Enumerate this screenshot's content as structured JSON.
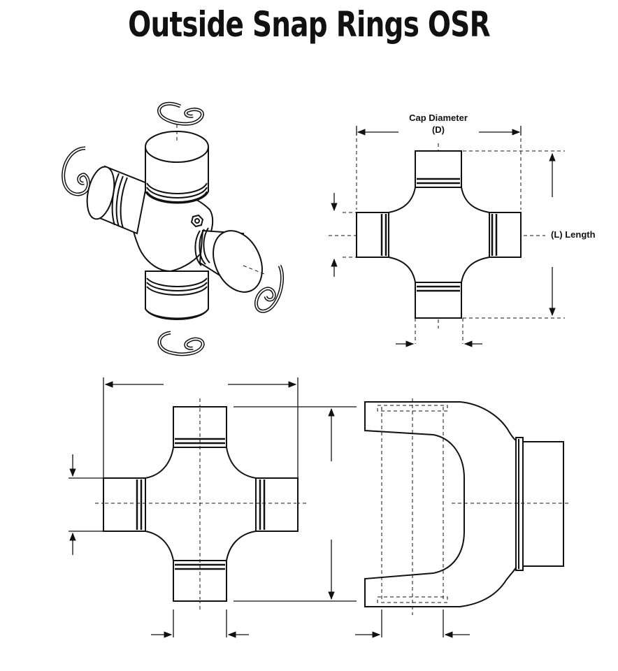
{
  "title": "Outside Snap Rings OSR",
  "labels": {
    "cap_diameter": "Cap Diameter",
    "cap_diameter_symbol": "(D)",
    "length": "(L) Length"
  },
  "colors": {
    "line": "#111111",
    "background": "#ffffff"
  }
}
